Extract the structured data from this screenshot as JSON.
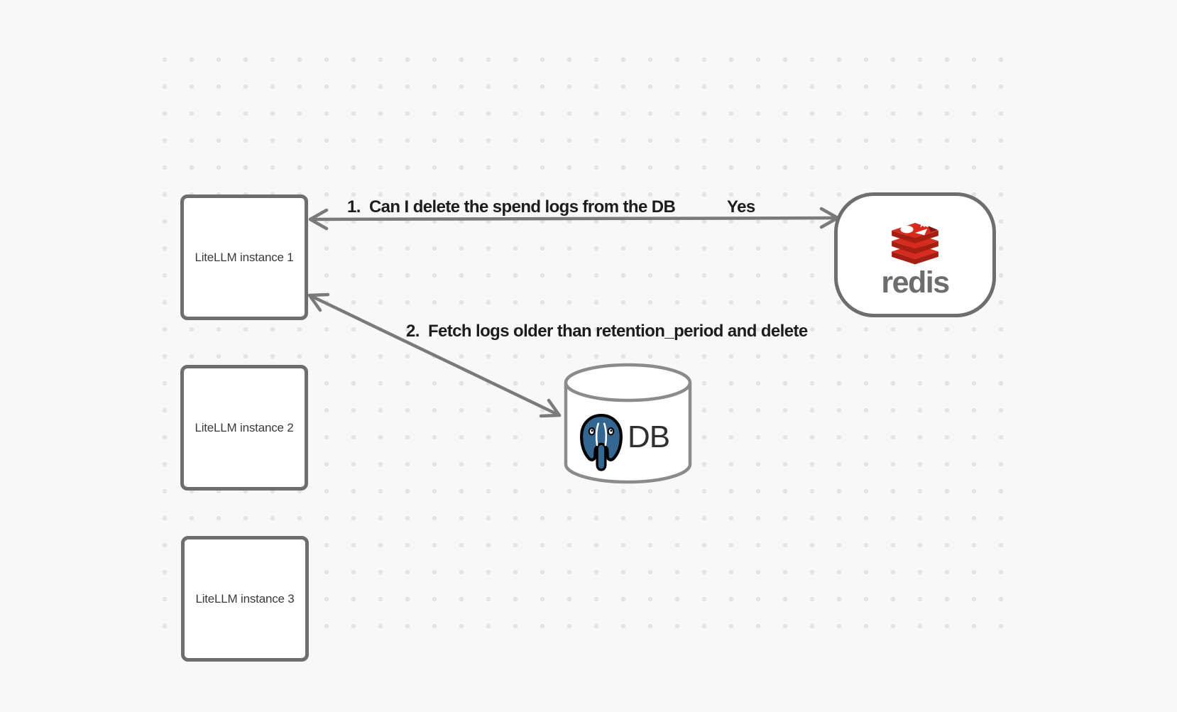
{
  "canvas": {
    "background_color": "#f8f8f8",
    "dot_color": "#e4e4e4",
    "node_border_color": "#6e6e6e",
    "arrow_color": "#7a7a7a",
    "label_color": "#1d1d1d"
  },
  "nodes": {
    "instances": [
      {
        "label": "LiteLLM instance 1"
      },
      {
        "label": "LiteLLM instance 2"
      },
      {
        "label": "LiteLLM instance 3"
      }
    ],
    "redis": {
      "label": "redis",
      "icon": "redis-logo-icon",
      "logo_red": "#d62c20",
      "logo_dark_red": "#a41e11",
      "wordmark_color": "#6d6d6d"
    },
    "database": {
      "label": "DB",
      "icon": "postgresql-elephant-icon",
      "elephant_blue": "#336791",
      "cylinder_stroke": "#8b8b8b"
    }
  },
  "arrows": [
    {
      "label": "1.  Can I delete the spend logs from the DB",
      "response": "Yes",
      "from": "LiteLLM instance 1",
      "to": "redis",
      "heads": "both"
    },
    {
      "label": "2.  Fetch logs older than retention_period and delete",
      "from": "LiteLLM instance 1",
      "to": "DB",
      "heads": "both"
    }
  ]
}
